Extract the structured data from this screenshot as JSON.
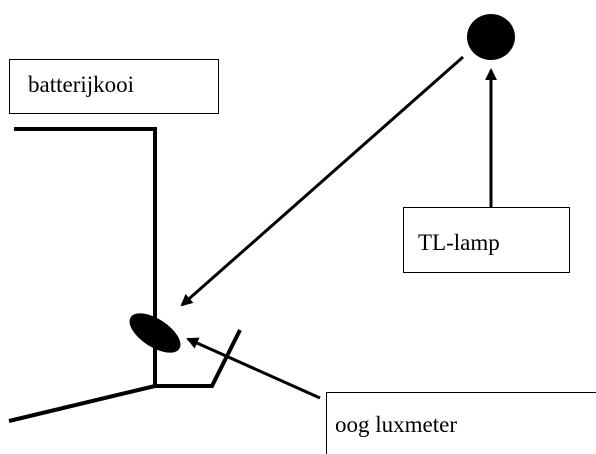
{
  "labels": {
    "cage": "batterijkooi",
    "lamp": "TL-lamp",
    "meter": "oog luxmeter"
  },
  "colors": {
    "ink": "#000000",
    "background": "#ffffff"
  }
}
